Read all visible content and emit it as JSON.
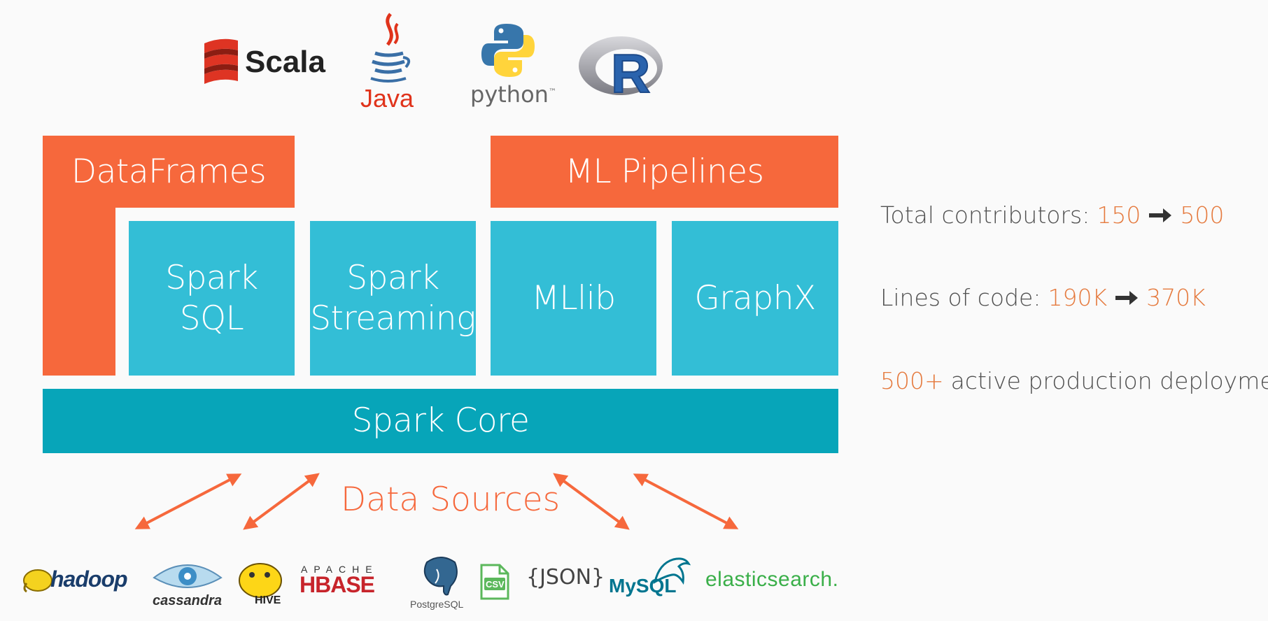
{
  "languages": {
    "scala": "Scala",
    "java": "Java",
    "python": "python",
    "python_tm": "™",
    "r": "R"
  },
  "stack": {
    "dataframes": "DataFrames",
    "ml_pipelines": "ML Pipelines",
    "spark_sql": "Spark SQL",
    "spark_streaming_line1": "Spark",
    "spark_streaming_line2": "Streaming",
    "mllib": "MLlib",
    "graphx": "GraphX",
    "spark_core": "Spark Core",
    "data_sources": "Data Sources"
  },
  "stats": {
    "contributors_label": "Total contributors:",
    "contributors_from": "150",
    "contributors_to": "500",
    "loc_label": "Lines of code:",
    "loc_from": "190K",
    "loc_to": "370K",
    "deployments_value": "500+",
    "deployments_label": "active production deployments"
  },
  "sources": {
    "hadoop": "hadoop",
    "cassandra": "cassandra",
    "hive": "HIVE",
    "hbase_top": "APACHE",
    "hbase": "HBASE",
    "postgres": "PostgreSQL",
    "csv": "CSV",
    "json": "{JSON}",
    "mysql": "MySQL",
    "elasticsearch": "elasticsearch."
  },
  "colors": {
    "orange": "#f6683c",
    "teal": "#33bed6",
    "dark_teal": "#07a5b9",
    "highlight": "#e57a3e"
  }
}
